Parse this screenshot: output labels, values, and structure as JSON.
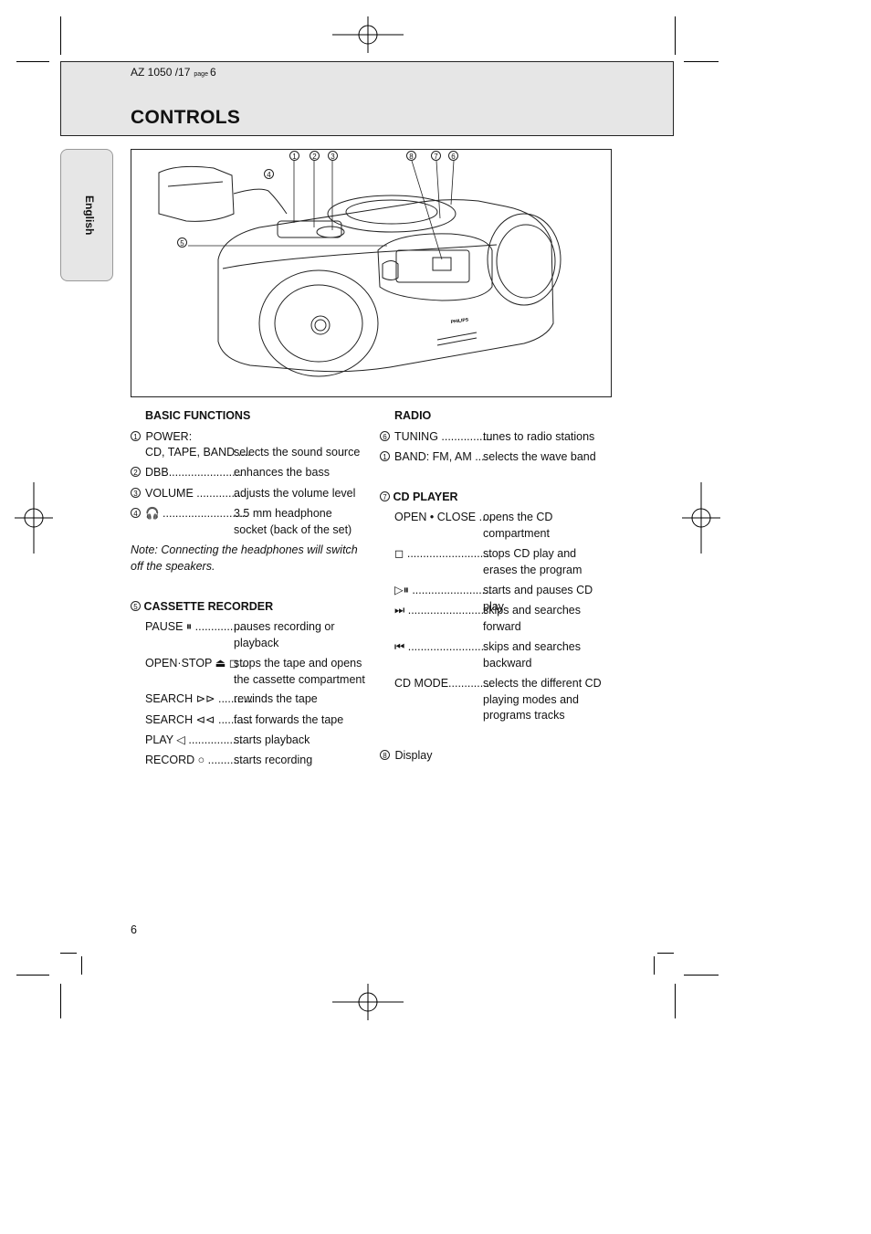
{
  "header": {
    "model": "AZ 1050 /17",
    "page_label": "page",
    "page_number": "6",
    "title": "CONTROLS"
  },
  "language_tab": "English",
  "figure": {
    "callouts": [
      "1",
      "2",
      "3",
      "8",
      "7",
      "6",
      "4",
      "5"
    ],
    "brand_label": "PHILIPS"
  },
  "basic_functions": {
    "heading": "BASIC FUNCTIONS",
    "items": [
      {
        "num": "1",
        "term_line1": "POWER:",
        "term": "CD, TAPE, BAND ....",
        "desc": "selects the sound source"
      },
      {
        "num": "2",
        "term": "DBB.......................",
        "desc": "enhances the bass"
      },
      {
        "num": "3",
        "term": "VOLUME ...............",
        "desc": "adjusts the volume level"
      },
      {
        "num": "4",
        "term": "🎧 ...........................",
        "desc": "3.5 mm headphone socket (back of the set)"
      }
    ],
    "note": "Note: Connecting the headphones will switch off the speakers."
  },
  "cassette_recorder": {
    "num": "5",
    "heading": "CASSETTE RECORDER",
    "items": [
      {
        "term": "PAUSE ⏸ ...............",
        "desc": "pauses recording or playback"
      },
      {
        "term": "OPEN·STOP ⏏ ◻ ..",
        "desc": "stops the tape and opens the cassette compartment"
      },
      {
        "term": "SEARCH ⊳⊳ ...........",
        "desc": "rewinds the tape"
      },
      {
        "term": "SEARCH ⊲⊲ ...........",
        "desc": "fast forwards the tape"
      },
      {
        "term": "PLAY ◁ .................",
        "desc": "starts playback"
      },
      {
        "term": "RECORD ○ ...........",
        "desc": "starts recording"
      }
    ]
  },
  "radio": {
    "heading": "RADIO",
    "items": [
      {
        "num": "6",
        "term": "TUNING ................",
        "desc": "tunes to radio stations"
      },
      {
        "num": "1",
        "term": "BAND: FM, AM ....",
        "desc": "selects the wave band"
      }
    ]
  },
  "cd_player": {
    "num": "7",
    "heading": "CD PLAYER",
    "items": [
      {
        "term": "OPEN • CLOSE .....",
        "desc": "opens the CD compartment"
      },
      {
        "term": "◻ ...........................",
        "desc": "stops CD play and erases the program"
      },
      {
        "term": "▷⏸ .........................",
        "desc": "starts and pauses CD play"
      },
      {
        "term": "⏭ .........................",
        "desc": "skips and searches forward"
      },
      {
        "term": "⏮ .........................",
        "desc": "skips and searches backward"
      },
      {
        "term": "CD MODE..............",
        "desc": "selects the different CD playing modes and programs tracks"
      }
    ],
    "display": {
      "num": "8",
      "label": "Display"
    }
  },
  "footer_page": "6"
}
